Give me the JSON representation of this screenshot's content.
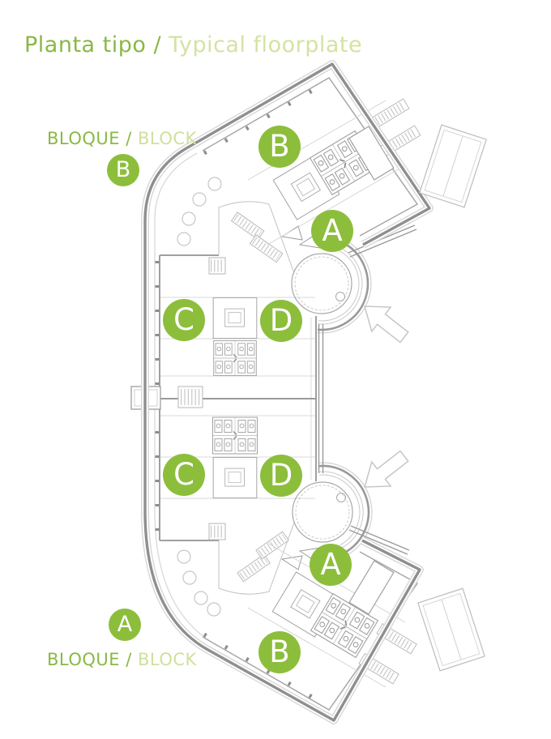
{
  "title": {
    "primary": "Planta tipo /",
    "secondary": " Typical floorplate"
  },
  "legend_top": {
    "primary": "BLOQUE /",
    "secondary": " BLOCK",
    "badge": "B"
  },
  "legend_bottom": {
    "primary": "BLOQUE /",
    "secondary": " BLOCK",
    "badge": "A"
  },
  "unit_badges": [
    {
      "label": "B"
    },
    {
      "label": "A"
    },
    {
      "label": "C"
    },
    {
      "label": "D"
    },
    {
      "label": "C"
    },
    {
      "label": "D"
    },
    {
      "label": "A"
    },
    {
      "label": "B"
    }
  ],
  "colors": {
    "accent_green": "#8cbe3c",
    "pale_green": "#d3e3a3",
    "text_green": "#8ab845",
    "drawing_gray": "#9a9a9a",
    "boundary_gray": "#8f8f8f"
  }
}
